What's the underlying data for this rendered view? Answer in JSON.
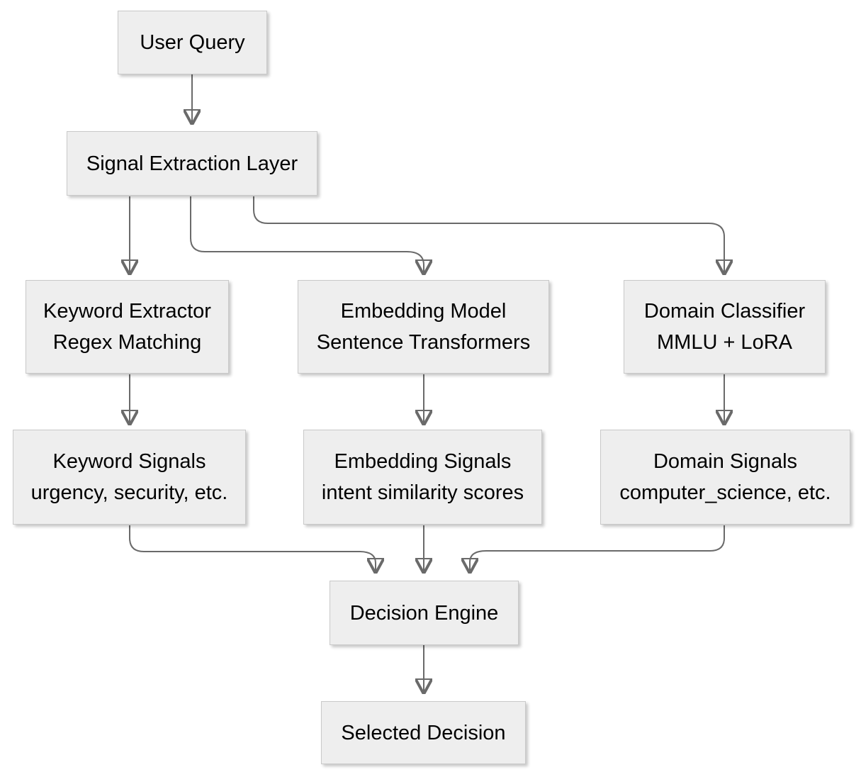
{
  "diagram": {
    "background_color": "#ffffff",
    "node_fill_color": "#eeeeee",
    "node_border_color": "#c9c9c9",
    "arrow_color": "#6a6a6a",
    "text_color": "#000000",
    "nodes": {
      "user_query": {
        "line1": "User Query"
      },
      "signal_extraction": {
        "line1": "Signal Extraction Layer"
      },
      "keyword_extractor": {
        "line1": "Keyword Extractor",
        "line2": "Regex Matching"
      },
      "embedding_model": {
        "line1": "Embedding Model",
        "line2": "Sentence Transformers"
      },
      "domain_classifier": {
        "line1": "Domain Classifier",
        "line2": "MMLU + LoRA"
      },
      "keyword_signals": {
        "line1": "Keyword Signals",
        "line2": "urgency, security, etc."
      },
      "embedding_signals": {
        "line1": "Embedding Signals",
        "line2": "intent similarity scores"
      },
      "domain_signals": {
        "line1": "Domain Signals",
        "line2": "computer_science, etc."
      },
      "decision_engine": {
        "line1": "Decision Engine"
      },
      "selected_decision": {
        "line1": "Selected Decision"
      }
    },
    "edges": [
      {
        "from": "user_query",
        "to": "signal_extraction"
      },
      {
        "from": "signal_extraction",
        "to": "keyword_extractor"
      },
      {
        "from": "signal_extraction",
        "to": "embedding_model"
      },
      {
        "from": "signal_extraction",
        "to": "domain_classifier"
      },
      {
        "from": "keyword_extractor",
        "to": "keyword_signals"
      },
      {
        "from": "embedding_model",
        "to": "embedding_signals"
      },
      {
        "from": "domain_classifier",
        "to": "domain_signals"
      },
      {
        "from": "keyword_signals",
        "to": "decision_engine"
      },
      {
        "from": "embedding_signals",
        "to": "decision_engine"
      },
      {
        "from": "domain_signals",
        "to": "decision_engine"
      },
      {
        "from": "decision_engine",
        "to": "selected_decision"
      }
    ]
  }
}
